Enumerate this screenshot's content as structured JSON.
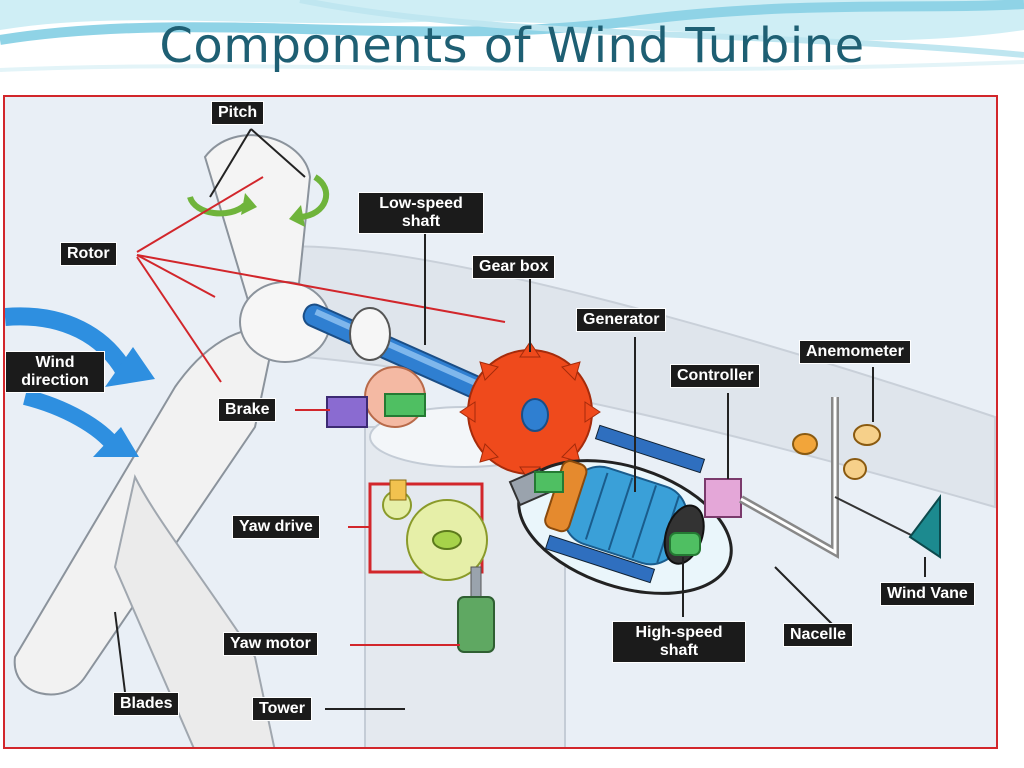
{
  "slide": {
    "title": "Components of Wind Turbine"
  },
  "labels": {
    "pitch": "Pitch",
    "rotor": "Rotor",
    "low_speed_shaft": "Low-speed shaft",
    "gear_box": "Gear box",
    "generator": "Generator",
    "controller": "Controller",
    "anemometer": "Anemometer",
    "wind_direction": "Wind direction",
    "brake": "Brake",
    "yaw_drive": "Yaw drive",
    "yaw_motor": "Yaw motor",
    "blades": "Blades",
    "tower": "Tower",
    "high_speed_shaft": "High-speed shaft",
    "nacelle": "Nacelle",
    "wind_vane": "Wind Vane"
  },
  "colors": {
    "title": "#1e5f73",
    "frame_border": "#d2262b",
    "label_bg": "#1b1b1b",
    "leader_line": "#d2262b",
    "gear": "#ef4a1c",
    "shaft": "#2f7fd1",
    "generator": "#3aa0d8",
    "wind_arrow": "#2e8fe0"
  },
  "icons": [
    "pitch-arrow-icon",
    "wind-arrow-icon"
  ]
}
